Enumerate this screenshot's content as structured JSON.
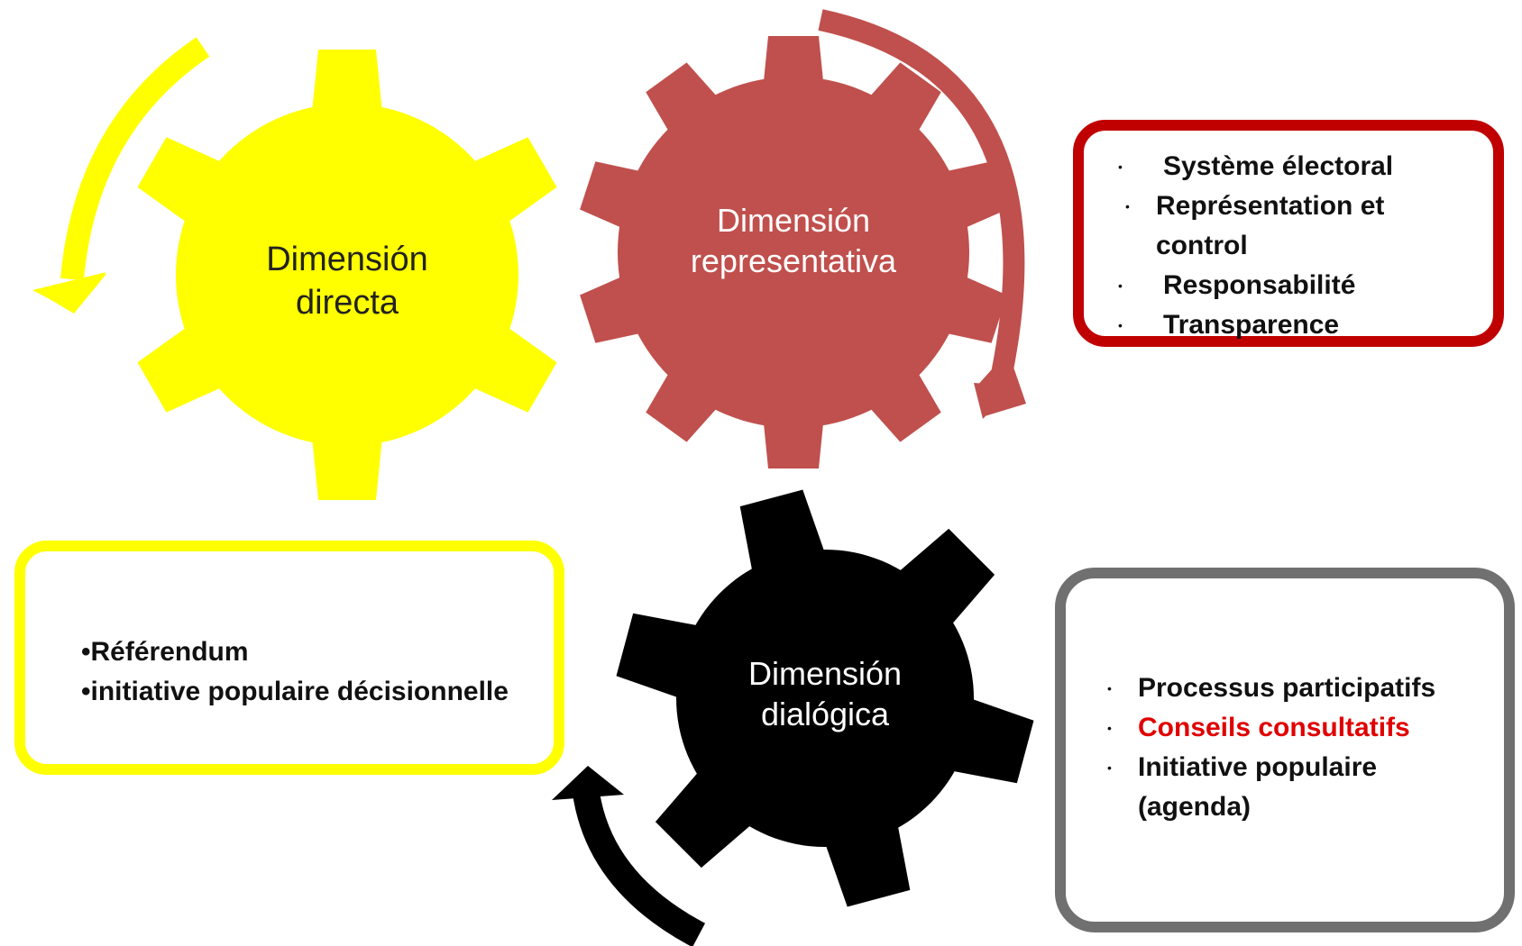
{
  "colors": {
    "directa": "#ffff00",
    "representativa": "#c0504d",
    "dialogica": "#000000",
    "box_directa_border": "#ffff00",
    "box_representativa_border": "#c00000",
    "box_dialogica_border": "#707070",
    "highlight_text": "#e00000"
  },
  "gears": {
    "directa": {
      "line1": "Dimensión",
      "line2": "directa"
    },
    "representativa": {
      "line1": "Dimensión",
      "line2": "representativa"
    },
    "dialogica": {
      "line1": "Dimensión",
      "line2": "dialógica"
    }
  },
  "boxes": {
    "directa": {
      "items": [
        "•Référendum",
        "•initiative populaire décisionnelle"
      ]
    },
    "representativa": {
      "items": [
        "Système électoral",
        "Représentation et",
        "control",
        "Responsabilité",
        "Transparence"
      ]
    },
    "dialogica": {
      "items": [
        "Processus participatifs",
        "Conseils consultatifs",
        "Initiative populaire",
        "(agenda)"
      ]
    }
  }
}
